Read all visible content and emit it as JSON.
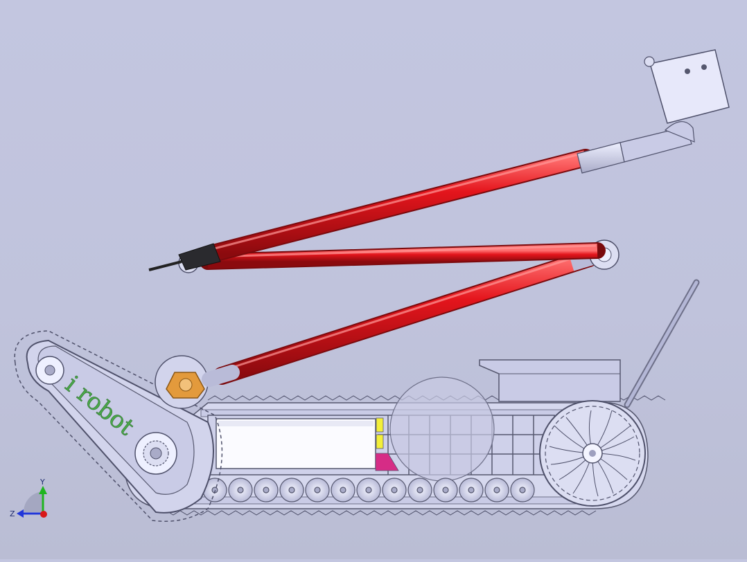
{
  "viewport": {
    "name": "cad-3d-viewport",
    "background_color": "#c3c6e0"
  },
  "model": {
    "name": "tracked-robot-assembly",
    "logo_text": "i robot",
    "colors": {
      "arm": "#e4151c",
      "arm_highlight": "#ff6b6b",
      "metal": "#c9cbe6",
      "metal_dark": "#6d6f88",
      "track": "#d6d8ee",
      "logo_green": "#4aa84a",
      "bracket_orange": "#e39a3c",
      "battery_yellow": "#f3ef3a",
      "battery_magenta": "#d62c86"
    }
  },
  "triad": {
    "x_label": "",
    "y_label": "Y",
    "z_label": "Z",
    "y_color": "#1fb51f",
    "z_color": "#2136d9",
    "x_color": "#d81919"
  }
}
